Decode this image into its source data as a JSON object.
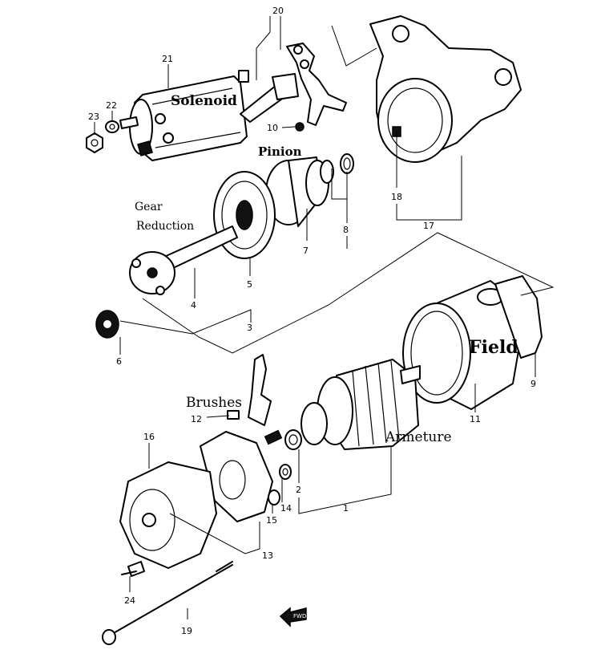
{
  "labels": {
    "solenoid": "Solenoid",
    "pinion": "Pinion",
    "gear": "Gear",
    "reduction": "Reduction",
    "field": "Field",
    "brushes": "Brushes",
    "armeture": "Armeture",
    "fwd": "FWD"
  },
  "part_numbers": {
    "p1": "1",
    "p2": "2",
    "p3": "3",
    "p4": "4",
    "p5": "5",
    "p6": "6",
    "p7": "7",
    "p8": "8",
    "p9": "9",
    "p10": "10",
    "p11": "11",
    "p12": "12",
    "p13": "13",
    "p14": "14",
    "p15": "15",
    "p16": "16",
    "p17": "17",
    "p18": "18",
    "p19": "19",
    "p20": "20",
    "p21": "21",
    "p22": "22",
    "p23": "23",
    "p24": "24"
  }
}
